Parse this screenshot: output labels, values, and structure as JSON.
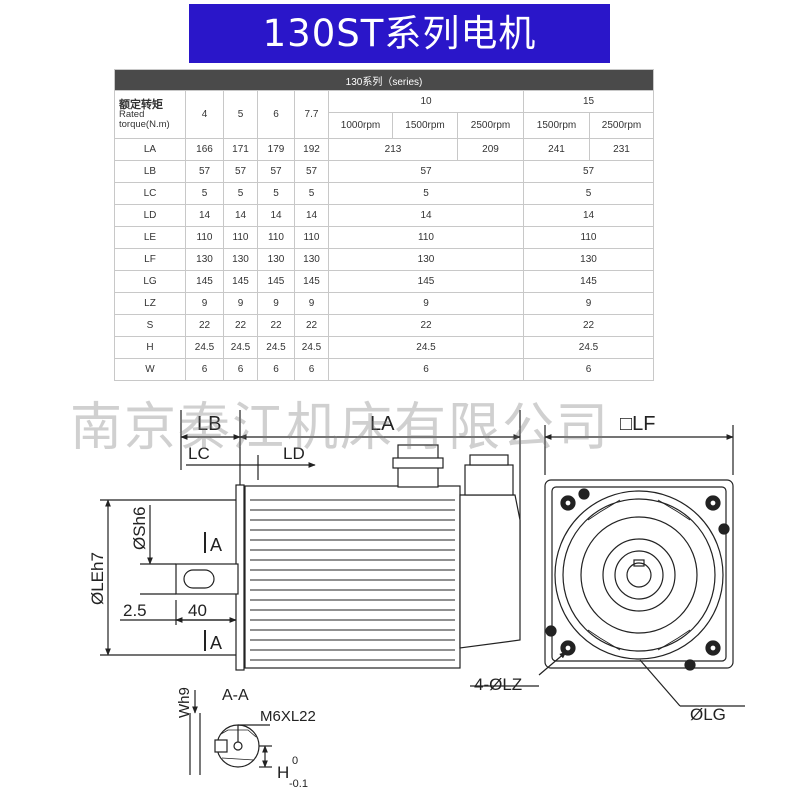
{
  "title": "130ST系列电机",
  "table": {
    "series_header": "130系列（series)",
    "torque_label_cn": "额定转矩",
    "torque_label_en1": "Rated",
    "torque_label_en2": "torque(N.m)",
    "torques": [
      "4",
      "5",
      "6",
      "7.7",
      "10",
      "15"
    ],
    "rpm_10": [
      "1000rpm",
      "1500rpm",
      "2500rpm"
    ],
    "rpm_15": [
      "1500rpm",
      "2500rpm"
    ],
    "rows": [
      {
        "label": "LA",
        "v4": "166",
        "v5": "171",
        "v6": "179",
        "v77": "192",
        "v10a": "213",
        "v10b": "209",
        "v15a": "241",
        "v15b": "231"
      },
      {
        "label": "LB",
        "v4": "57",
        "v5": "57",
        "v6": "57",
        "v77": "57",
        "v10": "57",
        "v15": "57"
      },
      {
        "label": "LC",
        "v4": "5",
        "v5": "5",
        "v6": "5",
        "v77": "5",
        "v10": "5",
        "v15": "5"
      },
      {
        "label": "LD",
        "v4": "14",
        "v5": "14",
        "v6": "14",
        "v77": "14",
        "v10": "14",
        "v15": "14"
      },
      {
        "label": "LE",
        "v4": "110",
        "v5": "110",
        "v6": "110",
        "v77": "110",
        "v10": "110",
        "v15": "110"
      },
      {
        "label": "LF",
        "v4": "130",
        "v5": "130",
        "v6": "130",
        "v77": "130",
        "v10": "130",
        "v15": "130"
      },
      {
        "label": "LG",
        "v4": "145",
        "v5": "145",
        "v6": "145",
        "v77": "145",
        "v10": "145",
        "v15": "145"
      },
      {
        "label": "LZ",
        "v4": "9",
        "v5": "9",
        "v6": "9",
        "v77": "9",
        "v10": "9",
        "v15": "9"
      },
      {
        "label": "S",
        "v4": "22",
        "v5": "22",
        "v6": "22",
        "v77": "22",
        "v10": "22",
        "v15": "22"
      },
      {
        "label": "H",
        "v4": "24.5",
        "v5": "24.5",
        "v6": "24.5",
        "v77": "24.5",
        "v10": "24.5",
        "v15": "24.5"
      },
      {
        "label": "W",
        "v4": "6",
        "v5": "6",
        "v6": "6",
        "v77": "6",
        "v10": "6",
        "v15": "6"
      }
    ]
  },
  "watermark": "南京秦江机床有限公司",
  "drawing": {
    "lb": "LB",
    "la": "LA",
    "lc": "LC",
    "ld": "LD",
    "lf": "□LF",
    "sh6": "ØSh6",
    "leh7": "ØLEh7",
    "dim_25": "2.5",
    "dim_40": "40",
    "section_a": "A",
    "section_aa": "A-A",
    "wh9": "Wh9",
    "m6": "M6XL22",
    "h_base": "H",
    "h_sup": "0",
    "h_sub": "-0.1",
    "lz": "4-ØLZ",
    "lg": "ØLG"
  }
}
